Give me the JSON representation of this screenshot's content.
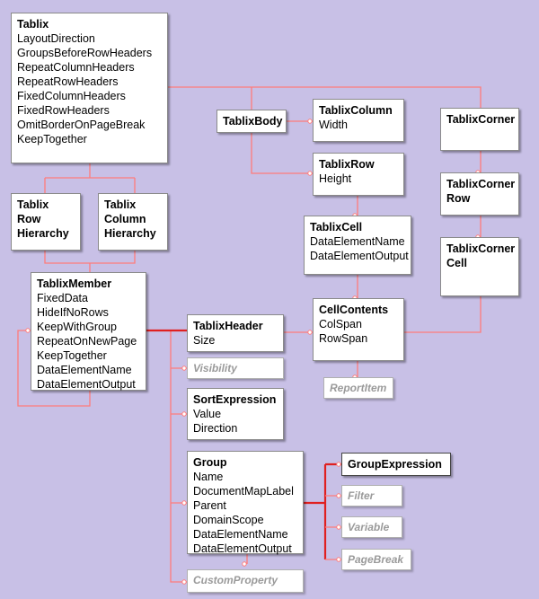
{
  "entities": {
    "tablix": {
      "title": "Tablix",
      "attrs": [
        "LayoutDirection",
        "GroupsBeforeRowHeaders",
        "RepeatColumnHeaders",
        "RepeatRowHeaders",
        "FixedColumnHeaders",
        "FixedRowHeaders",
        "OmitBorderOnPageBreak",
        "KeepTogether"
      ]
    },
    "tablix_body": {
      "title": "TablixBody"
    },
    "tablix_column": {
      "title": "TablixColumn",
      "attrs": [
        "Width"
      ]
    },
    "tablix_row": {
      "title": "TablixRow",
      "attrs": [
        "Height"
      ]
    },
    "tablix_corner": {
      "title": "TablixCorner"
    },
    "tablix_corner_row": {
      "title": "TablixCorner Row"
    },
    "tablix_corner_cell": {
      "title": "TablixCorner Cell"
    },
    "tablix_row_hierarchy": {
      "title": "Tablix Row Hierarchy"
    },
    "tablix_column_hierarchy": {
      "title": "Tablix Column Hierarchy"
    },
    "tablix_cell": {
      "title": "TablixCell",
      "attrs": [
        "DataElementName",
        "DataElementOutput"
      ]
    },
    "cell_contents": {
      "title": "CellContents",
      "attrs": [
        "ColSpan",
        "RowSpan"
      ]
    },
    "report_item": {
      "title": "ReportItem"
    },
    "tablix_member": {
      "title": "TablixMember",
      "attrs": [
        "FixedData",
        "HideIfNoRows",
        "KeepWithGroup",
        "RepeatOnNewPage",
        "KeepTogether",
        "DataElementName",
        "DataElementOutput"
      ]
    },
    "tablix_header": {
      "title": "TablixHeader",
      "attrs": [
        "Size"
      ]
    },
    "visibility": {
      "title": "Visibility"
    },
    "sort_expression": {
      "title": "SortExpression",
      "attrs": [
        "Value",
        "Direction"
      ]
    },
    "group": {
      "title": "Group",
      "attrs": [
        "Name",
        "DocumentMapLabel",
        "Parent",
        "DomainScope",
        "DataElementName",
        "DataElementOutput"
      ]
    },
    "group_expression": {
      "title": "GroupExpression"
    },
    "filter": {
      "title": "Filter"
    },
    "variable": {
      "title": "Variable"
    },
    "page_break": {
      "title": "PageBreak"
    },
    "custom_property": {
      "title": "CustomProperty"
    }
  },
  "colors": {
    "background": "#c8c0e6",
    "connector": "#ff7b7b",
    "connector_strong": "#e02020"
  }
}
